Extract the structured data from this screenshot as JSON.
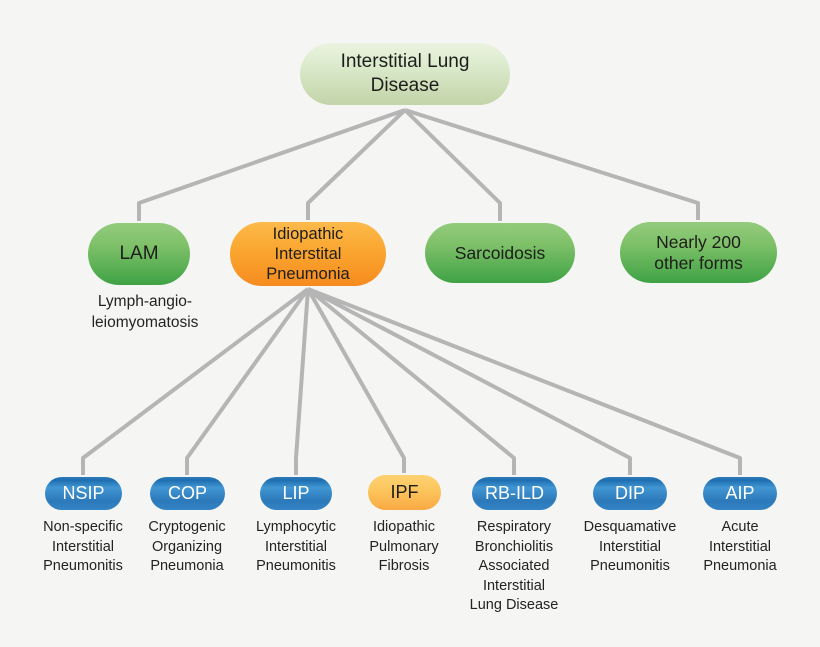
{
  "colors": {
    "background": "#f5f5f4",
    "connector": "#b5b5b5",
    "root_pill_top": "#eaf3e0",
    "root_pill_bottom": "#c2d4a8",
    "green_pill_top": "#93cb7d",
    "green_pill_bottom": "#3fa245",
    "orange_pill_top": "#fcba4a",
    "orange_pill_bottom": "#f68b1f",
    "blue_pill_light_band": "#4296d3",
    "blue_pill_dark": "#1f6fb0",
    "yellow_pill_top": "#fdd271",
    "yellow_pill_bottom": "#f9a943",
    "node_text_dark": "#1d1d1b",
    "node_text_light": "#ffffff"
  },
  "tree": {
    "root": {
      "label": "Interstitial Lung\nDisease"
    },
    "children": [
      {
        "label": "LAM",
        "sublabel": "Lymph-angio-\nleiomyomatosis",
        "style": "green"
      },
      {
        "label": "Idiopathic\nInterstital\nPneumonia",
        "style": "orange",
        "children": [
          {
            "label": "NSIP",
            "sublabel": "Non-specific\nInterstitial\nPneumonitis",
            "style": "blue"
          },
          {
            "label": "COP",
            "sublabel": "Cryptogenic\nOrganizing\nPneumonia",
            "style": "blue"
          },
          {
            "label": "LIP",
            "sublabel": "Lymphocytic\nInterstitial\nPneumonitis",
            "style": "blue"
          },
          {
            "label": "IPF",
            "sublabel": "Idiopathic\nPulmonary\nFibrosis",
            "style": "yellow"
          },
          {
            "label": "RB-ILD",
            "sublabel": "Respiratory\nBronchiolitis\nAssociated\nInterstitial\nLung Disease",
            "style": "blue"
          },
          {
            "label": "DIP",
            "sublabel": "Desquamative\nInterstitial\nPneumonitis",
            "style": "blue"
          },
          {
            "label": "AIP",
            "sublabel": "Acute\nInterstitial\nPneumonia",
            "style": "blue"
          }
        ]
      },
      {
        "label": "Sarcoidosis",
        "style": "green"
      },
      {
        "label": "Nearly 200\nother forms",
        "style": "green"
      }
    ]
  }
}
